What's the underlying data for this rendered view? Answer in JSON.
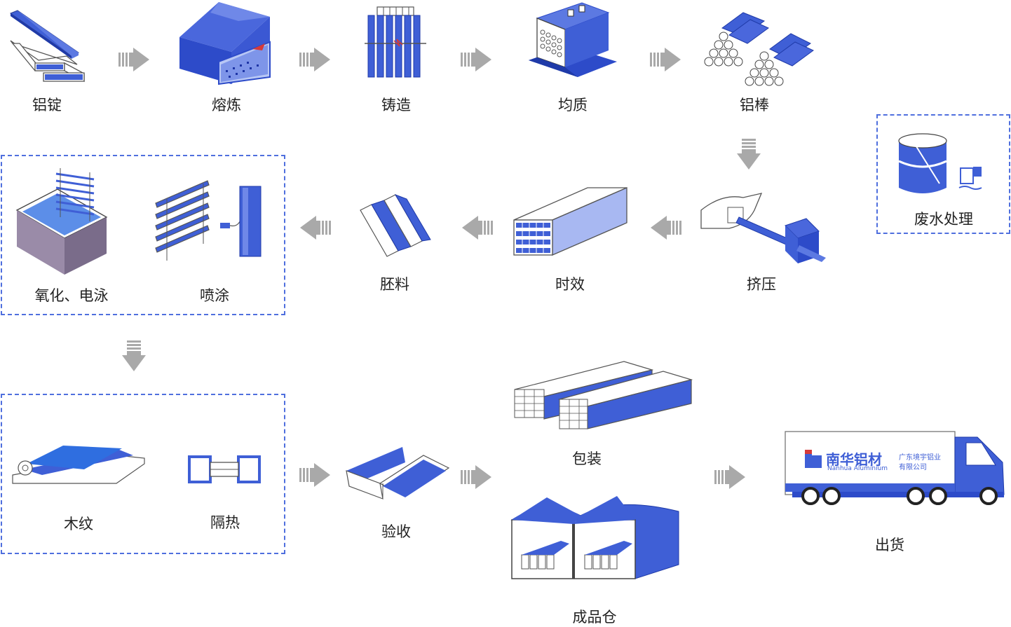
{
  "colors": {
    "accent": "#3f5fd6",
    "arrow": "#a9a9a9",
    "dash": "#4f6fde"
  },
  "steps": {
    "ingot": "铝锭",
    "smelting": "熔炼",
    "casting": "铸造",
    "homogenizing": "均质",
    "rod": "铝棒",
    "extrusion": "挤压",
    "aging": "时效",
    "blank": "胚料",
    "anodize": "氧化、电泳",
    "spray": "喷涂",
    "wastewater": "废水处理",
    "woodgrain": "木纹",
    "insulation": "隔热",
    "inspection": "验收",
    "packing": "包装",
    "warehouse": "成品仓",
    "shipping": "出货"
  },
  "truck": {
    "brand_cn": "南华铝材",
    "brand_en": "Nanhua Aluminium",
    "company_line1": "广东境宇铝业",
    "company_line2": "有限公司"
  }
}
